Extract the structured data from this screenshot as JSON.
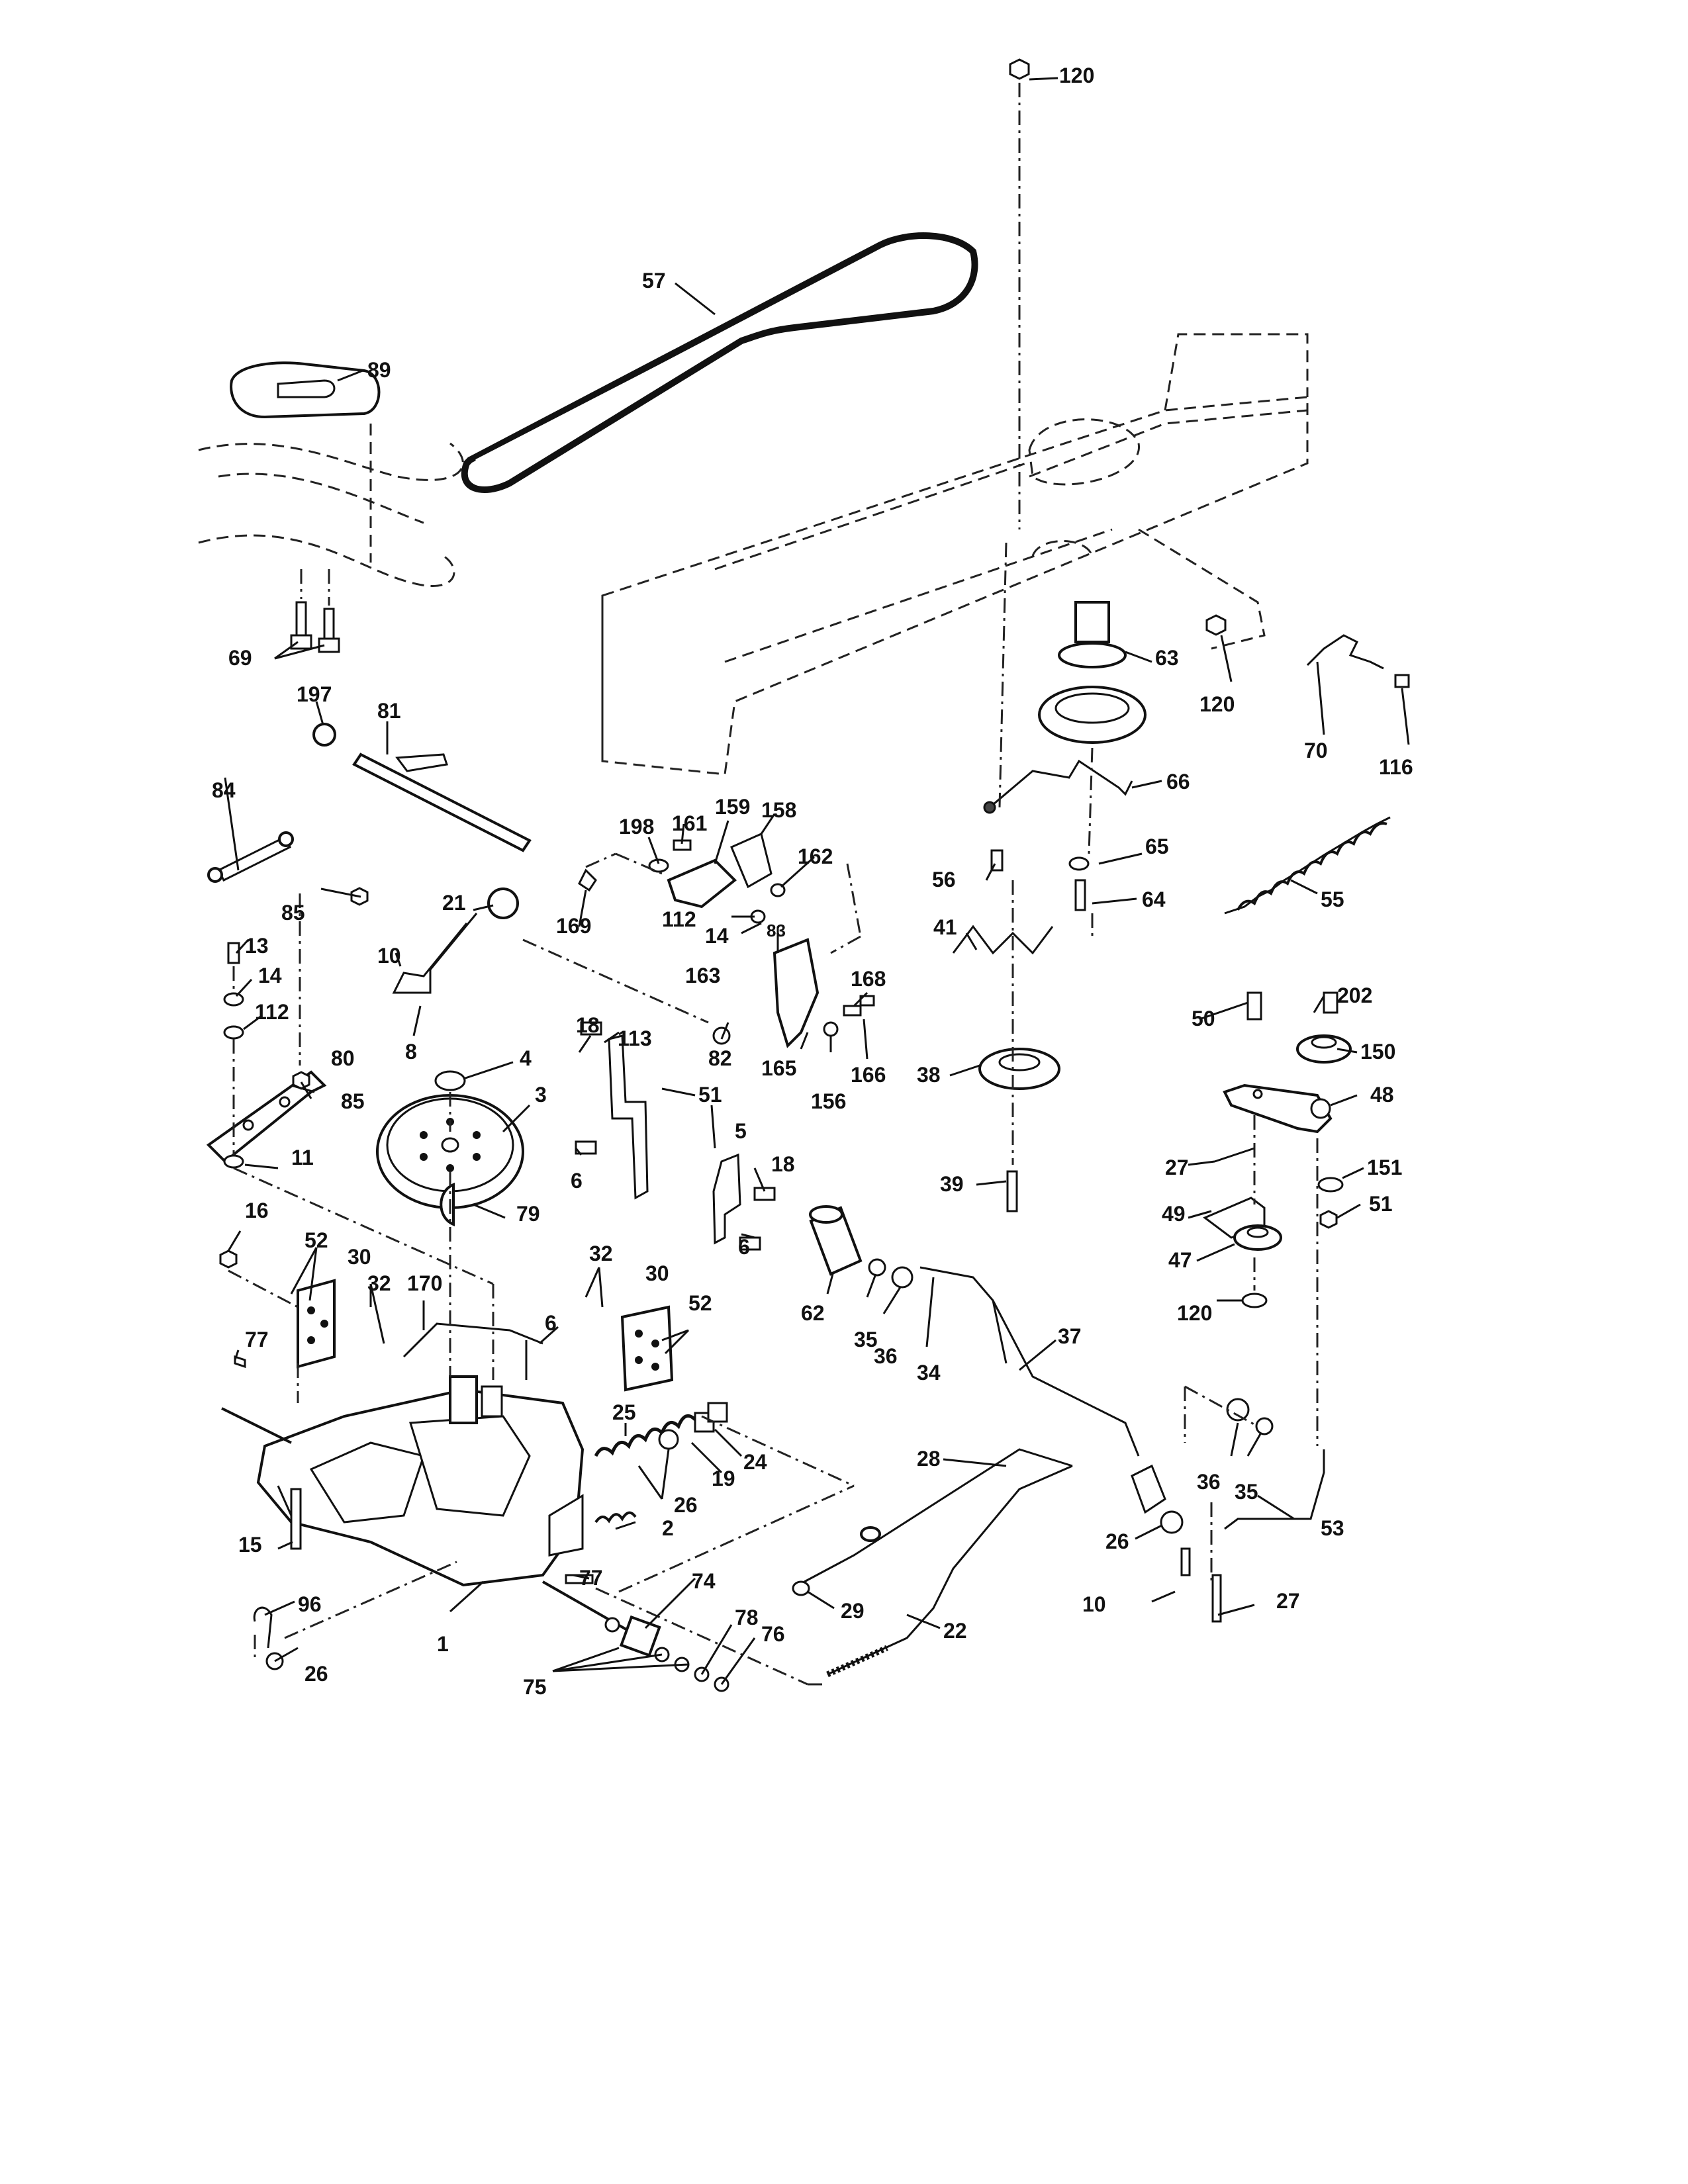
{
  "diagram": {
    "labels": {
      "p1": "1",
      "p2": "2",
      "p3": "3",
      "p4": "4",
      "p5": "5",
      "p6a": "6",
      "p6b": "6",
      "p6c": "6",
      "p8": "8",
      "p10a": "10",
      "p10b": "10",
      "p11": "11",
      "p13": "13",
      "p14a": "14",
      "p14b": "14",
      "p15": "15",
      "p16": "16",
      "p18a": "18",
      "p18b": "18",
      "p19": "19",
      "p21": "21",
      "p22": "22",
      "p24": "24",
      "p25": "25",
      "p26a": "26",
      "p26b": "26",
      "p26c": "26",
      "p27a": "27",
      "p27b": "27",
      "p28": "28",
      "p29": "29",
      "p30a": "30",
      "p30b": "30",
      "p32a": "32",
      "p32b": "32",
      "p34": "34",
      "p35a": "35",
      "p35b": "35",
      "p36a": "36",
      "p36b": "36",
      "p37": "37",
      "p38": "38",
      "p39": "39",
      "p41": "41",
      "p47": "47",
      "p48": "48",
      "p49": "49",
      "p50": "50",
      "p51a": "51",
      "p51b": "51",
      "p52a": "52",
      "p52b": "52",
      "p53": "53",
      "p55": "55",
      "p56": "56",
      "p57": "57",
      "p62": "62",
      "p63": "63",
      "p64": "64",
      "p65": "65",
      "p66": "66",
      "p69": "69",
      "p70": "70",
      "p74": "74",
      "p75": "75",
      "p76": "76",
      "p77a": "77",
      "p77b": "77",
      "p78": "78",
      "p79": "79",
      "p80": "80",
      "p81": "81",
      "p82": "82",
      "p83": "83",
      "p84": "84",
      "p85a": "85",
      "p85b": "85",
      "p89": "89",
      "p96": "96",
      "p112a": "112",
      "p112b": "112",
      "p113": "113",
      "p116": "116",
      "p120a": "120",
      "p120b": "120",
      "p120c": "120",
      "p150": "150",
      "p151": "151",
      "p156": "156",
      "p158": "158",
      "p159": "159",
      "p161": "161",
      "p162": "162",
      "p163": "163",
      "p165": "165",
      "p166": "166",
      "p168": "168",
      "p169": "169",
      "p170": "170",
      "p197": "197",
      "p198": "198",
      "p202": "202"
    }
  }
}
